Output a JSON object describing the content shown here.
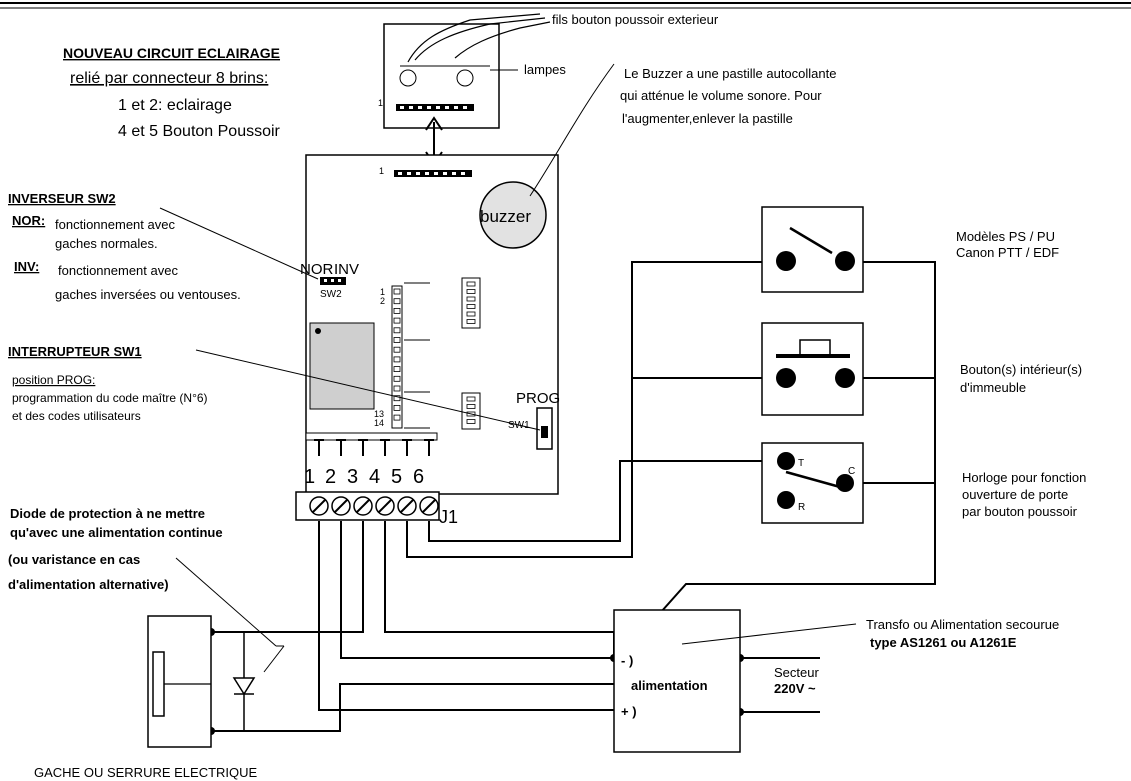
{
  "header": {
    "wires_label": "fils bouton poussoir exterieur"
  },
  "lighting": {
    "title": "NOUVEAU CIRCUIT ECLAIRAGE",
    "line1": "relié par connecteur 8 brins:",
    "line2": "1 et 2: eclairage",
    "line3": "4 et 5 Bouton Poussoir"
  },
  "lamp_board": {
    "lamps_label": "lampes",
    "pin1_label": "1"
  },
  "buzzer": {
    "note_line1": "Le Buzzer a une pastille autocollante",
    "note_line2": "qui atténue le volume sonore. Pour",
    "note_line3": "l'augmenter,enlever la pastille",
    "label": "buzzer"
  },
  "sw2": {
    "title": "INVERSEUR SW2",
    "nor_key": "NOR:",
    "nor_text1": "fonctionnement avec",
    "nor_text2": "gaches normales.",
    "inv_key": "INV:",
    "inv_text1": "fonctionnement avec",
    "inv_text2": "gaches inversées ou ventouses.",
    "nor_label": "NOR",
    "inv_label": "INV",
    "sw_label": "SW2"
  },
  "sw1": {
    "title": "INTERRUPTEUR SW1",
    "position": "position PROG:",
    "text1": "programmation du code maître (N°6)",
    "text2": "et des codes utilisateurs",
    "prog_label": "PROG",
    "sw_label": "SW1"
  },
  "board": {
    "connector_pin1": "1",
    "header_pin1": "1",
    "header_pin2": "2",
    "header_pin13": "13",
    "header_pin14": "14",
    "terminals": [
      "1",
      "2",
      "3",
      "4",
      "5",
      "6"
    ],
    "terminal_block_label": "J1"
  },
  "diode": {
    "line1": "Diode de protection à ne mettre",
    "line2": "qu'avec une alimentation continue",
    "line3": "(ou varistance en cas",
    "line4": "d'alimentation alternative)"
  },
  "strike": {
    "label": "GACHE OU SERRURE ELECTRIQUE"
  },
  "devices": {
    "ps_pu_line1": "Modèles PS / PU",
    "ps_pu_line2": "Canon  PTT / EDF",
    "button_line1": "Bouton(s) intérieur(s)",
    "button_line2": "d'immeuble",
    "clock_line1": "Horloge pour fonction",
    "clock_line2": "ouverture de porte",
    "clock_line3": "par bouton poussoir",
    "clock_t": "T",
    "clock_c": "C",
    "clock_r": "R"
  },
  "power": {
    "transfo_line1": "Transfo ou Alimentation secourue",
    "transfo_line2": "type AS1261 ou A1261E",
    "label": "alimentation",
    "minus": "- )",
    "plus": "+ )",
    "mains1": "Secteur",
    "mains2": "220V ~"
  }
}
